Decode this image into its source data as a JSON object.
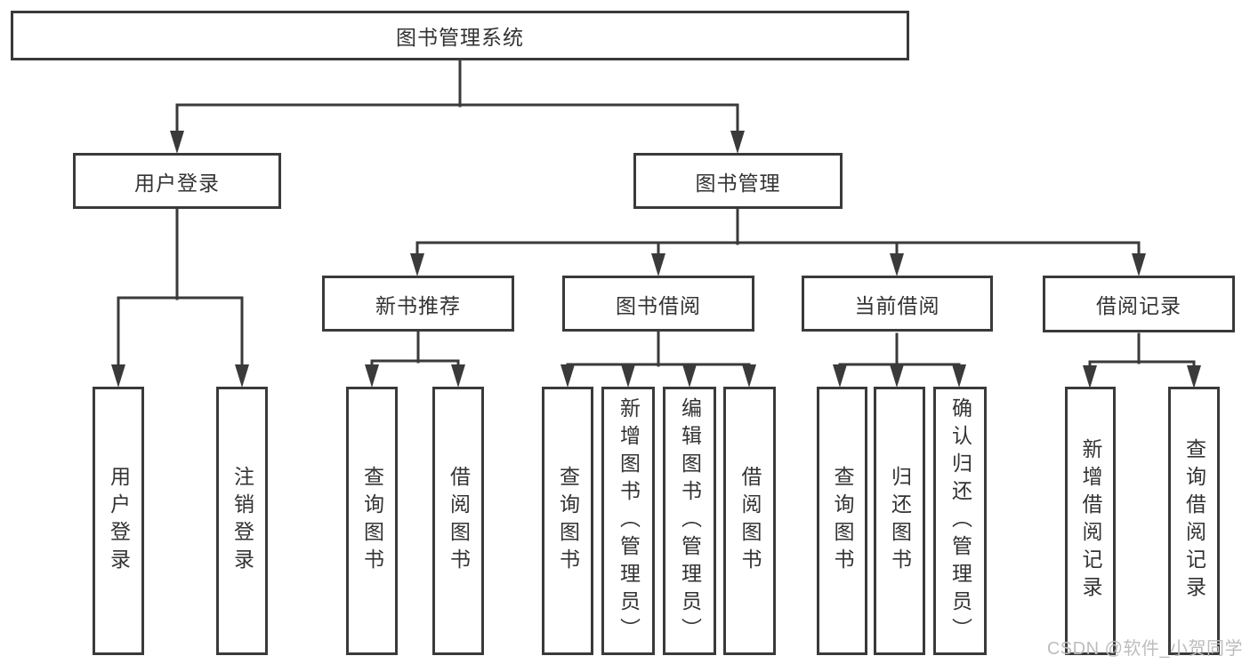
{
  "nodes": {
    "root": {
      "label": "图书管理系统"
    },
    "user_login": {
      "label": "用户登录"
    },
    "book_mgmt": {
      "label": "图书管理"
    },
    "new_book_rec": {
      "label": "新书推荐"
    },
    "book_borrow": {
      "label": "图书借阅"
    },
    "current_borrow": {
      "label": "当前借阅"
    },
    "borrow_records": {
      "label": "借阅记录"
    },
    "login_leaf": {
      "label": "用户登录"
    },
    "logout_leaf": {
      "label": "注销登录"
    },
    "nb_query": {
      "label": "查询图书"
    },
    "nb_borrow": {
      "label": "借阅图书"
    },
    "bb_query": {
      "label": "查询图书"
    },
    "bb_add": {
      "label": "新增图书（管理员）"
    },
    "bb_edit": {
      "label": "编辑图书（管理员）"
    },
    "bb_borrow": {
      "label": "借阅图书"
    },
    "cb_query": {
      "label": "查询图书"
    },
    "cb_return": {
      "label": "归还图书"
    },
    "cb_confirm": {
      "label": "确认归还（管理员）"
    },
    "br_add": {
      "label": "新增借阅记录"
    },
    "br_query": {
      "label": "查询借阅记录"
    }
  },
  "watermark": "CSDN @软件_小贺同学",
  "colors": {
    "line": "#3a3a3a",
    "text": "#333333",
    "watermark": "#bdbdbd",
    "background": "#ffffff"
  }
}
